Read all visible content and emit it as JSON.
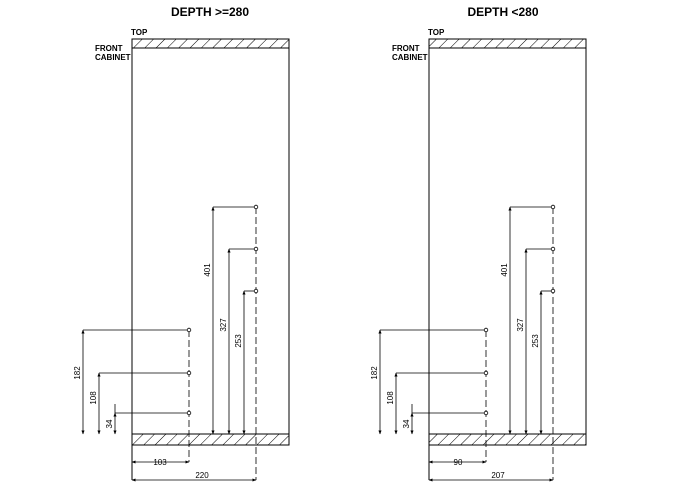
{
  "panels": [
    {
      "title": "DEPTH >=280",
      "top_label": "TOP",
      "front_label_1": "FRONT",
      "front_label_2": "CABINET",
      "low_dims": [
        "182",
        "108",
        "34"
      ],
      "high_dims": [
        "401",
        "327",
        "253"
      ],
      "width_short": "103",
      "width_long": "220"
    },
    {
      "title": "DEPTH <280",
      "top_label": "TOP",
      "front_label_1": "FRONT",
      "front_label_2": "CABINET",
      "low_dims": [
        "182",
        "108",
        "34"
      ],
      "high_dims": [
        "401",
        "327",
        "253"
      ],
      "width_short": "90",
      "width_long": "207"
    }
  ]
}
